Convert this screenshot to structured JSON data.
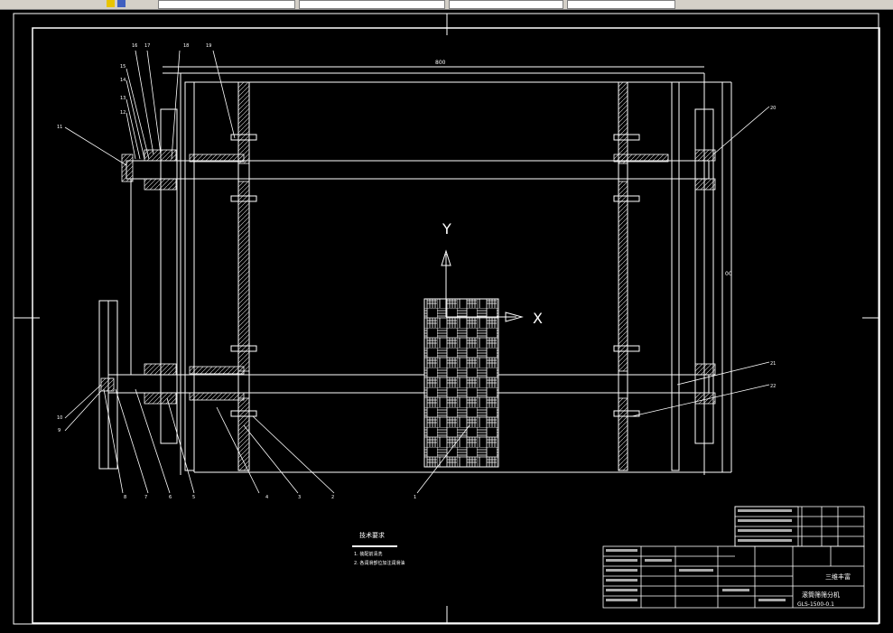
{
  "toolbar": {
    "fields": [
      "",
      "",
      "",
      "",
      ""
    ]
  },
  "drawing": {
    "axis_x": "X",
    "axis_y": "Y",
    "dim_top": "800",
    "dim_right": "00",
    "tech_title": "技术要求",
    "tech_line1": "1. 装配前清洗",
    "tech_line2": "2. 各润滑部位加注润滑油",
    "title_company": "三维丰富",
    "title_name": "滚筒筛筛分机",
    "title_code": "GLS-1500-0.1",
    "balloons": {
      "b16": "16",
      "b17": "17",
      "b18": "18",
      "b19": "19",
      "b15": "15",
      "b14": "14",
      "b13": "13",
      "b12": "12",
      "b11": "11",
      "b10": "10",
      "b9": "9",
      "b8": "8",
      "b7": "7",
      "b6": "6",
      "b5": "5",
      "b4": "4",
      "b3": "3",
      "b2": "2",
      "b1": "1",
      "b20": "20",
      "b21": "21",
      "b22": "22"
    }
  }
}
